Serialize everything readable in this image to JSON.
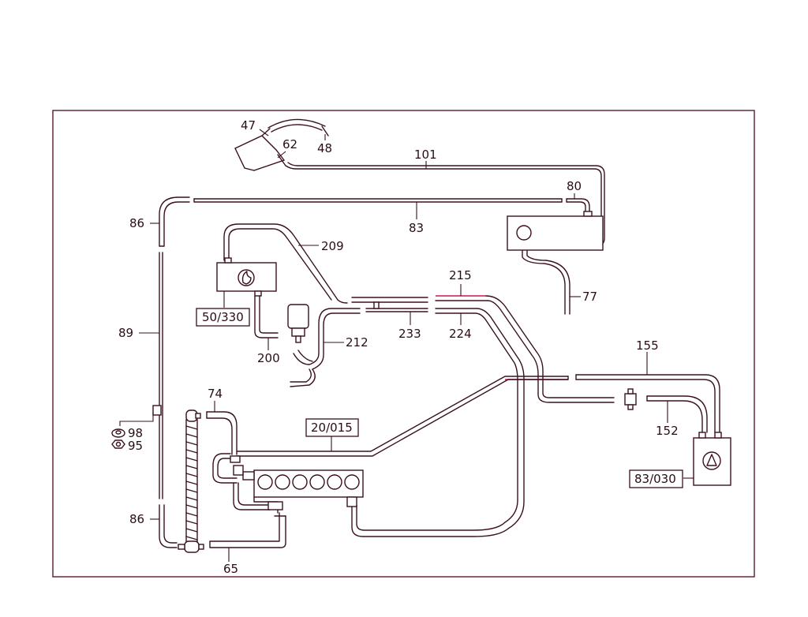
{
  "diagram": {
    "labels": {
      "l47": "47",
      "l48": "48",
      "l62": "62",
      "l101": "101",
      "l80": "80",
      "l86a": "86",
      "l83": "83",
      "l209": "209",
      "l77": "77",
      "l215": "215",
      "l50_330": "50/330",
      "l233": "233",
      "l224": "224",
      "l212": "212",
      "l89": "89",
      "l200": "200",
      "l155": "155",
      "l74": "74",
      "l20_015": "20/015",
      "l152": "152",
      "l98": "98",
      "l95": "95",
      "l83_030": "83/030",
      "l86b": "86",
      "l65": "65"
    },
    "colors": {
      "line": "#3a1020",
      "frame": "#5a1a2c",
      "highlight": "#c8184a"
    }
  }
}
